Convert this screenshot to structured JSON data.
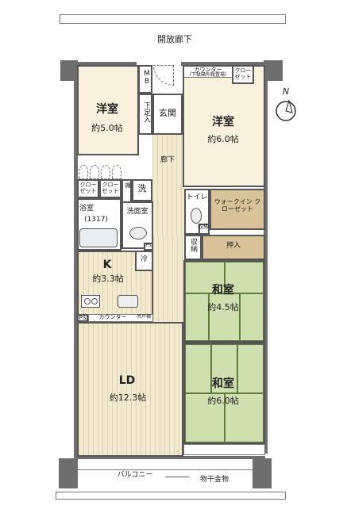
{
  "corridor": {
    "label": "開放廊下"
  },
  "balcony": {
    "label": "バルコニー",
    "drying_label": "物干金物"
  },
  "compass": {
    "letter": "N"
  },
  "rooms": {
    "western1": {
      "name": "洋室",
      "size": "約5.0帖"
    },
    "western2": {
      "name": "洋室",
      "size": "約6.0帖"
    },
    "entrance": {
      "name": "玄関"
    },
    "shoe": {
      "name": "下足入"
    },
    "mb": {
      "name": "MB"
    },
    "hallway": {
      "name": "廊下"
    },
    "counter_top": {
      "name": "カウンター",
      "note": "（下駄箱外靴置場）"
    },
    "closet_top": {
      "name": "クロー ゼット"
    },
    "closet1": {
      "name": "クロー ゼット"
    },
    "closet2": {
      "name": "クロー ゼット"
    },
    "linen": {
      "name": "棚"
    },
    "washer": {
      "name": "洗"
    },
    "washroom": {
      "name": "洗面室"
    },
    "bath": {
      "name": "浴室",
      "size": "(1317)"
    },
    "toilet": {
      "name": "トイレ"
    },
    "walkin": {
      "name": "ウォークイン クローゼット"
    },
    "shoes2": {
      "name": "収納"
    },
    "storage": {
      "name": "収納"
    },
    "oshiire": {
      "name": "押入"
    },
    "kitchen": {
      "name": "K",
      "size": "約3.3帖",
      "fridge": "冷"
    },
    "counter_k": {
      "name": "カウンター",
      "note": "吊戸棚"
    },
    "ps1": {
      "name": "PS"
    },
    "ps2": {
      "name": "PS"
    },
    "ld": {
      "name": "LD",
      "size": "約12.3帖"
    },
    "japanese1": {
      "name": "和室",
      "size": "約4.5帖"
    },
    "japanese2": {
      "name": "和室",
      "size": "約6.0帖"
    }
  }
}
